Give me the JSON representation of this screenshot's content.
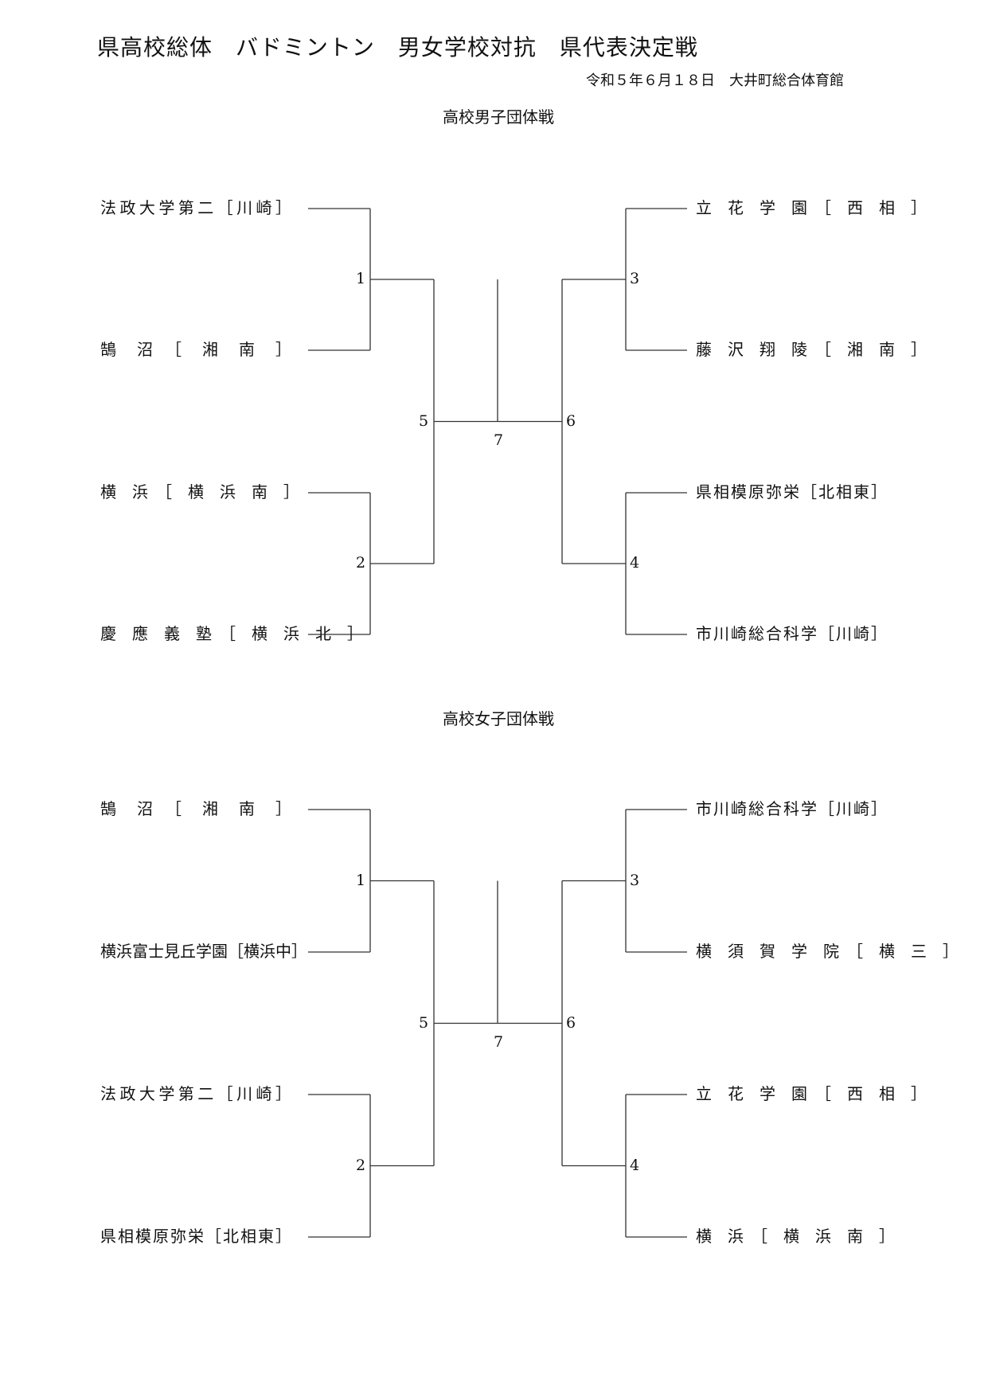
{
  "header": {
    "title": "県高校総体　バドミントン　男女学校対抗　県代表決定戦",
    "dateline": "令和５年６月１８日　大井町総合体育館"
  },
  "brackets": [
    {
      "title": "高校男子団体戦",
      "left_teams": [
        "法政大学第二［川崎］",
        "鵠　沼　［　湘　南　］",
        "横　浜　［　横　浜　南　］",
        "慶　應　義　塾　［　横　浜　北　］"
      ],
      "right_teams": [
        "立　花　学　園　［　西　相　］",
        "藤　沢　翔　陵　［　湘　南　］",
        "県相模原弥栄［北相東］",
        "市川崎総合科学［川崎］"
      ],
      "match_numbers": [
        "1",
        "2",
        "3",
        "4",
        "5",
        "6",
        "7"
      ]
    },
    {
      "title": "高校女子団体戦",
      "left_teams": [
        "鵠　沼　［　湘　南　］",
        "横浜富士見丘学園［横浜中］",
        "法政大学第二［川崎］",
        "県相模原弥栄［北相東］"
      ],
      "right_teams": [
        "市川崎総合科学［川崎］",
        "横　須　賀　学　院　［　横　三　］",
        "立　花　学　園　［　西　相　］",
        "横　浜　［　横　浜　南　］"
      ],
      "match_numbers": [
        "1",
        "2",
        "3",
        "4",
        "5",
        "6",
        "7"
      ]
    }
  ]
}
